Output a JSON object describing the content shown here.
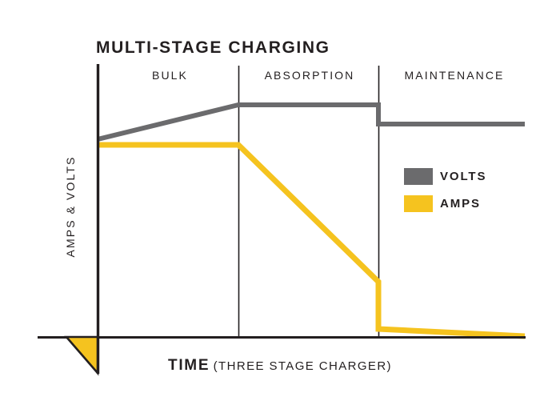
{
  "chart_data": {
    "type": "line",
    "title": "MULTI-STAGE CHARGING",
    "xlabel_main": "TIME",
    "xlabel_sub": "(THREE STAGE CHARGER)",
    "ylabel": "AMPS & VOLTS",
    "grid": false,
    "axis_ticks": false,
    "legend_position": "inside-right",
    "stages": [
      {
        "name": "BULK",
        "x_start": 0.0,
        "x_end": 0.33
      },
      {
        "name": "ABSORPTION",
        "x_start": 0.33,
        "x_end": 0.66
      },
      {
        "name": "MAINTENANCE",
        "x_start": 0.66,
        "x_end": 1.0
      }
    ],
    "series": [
      {
        "name": "VOLTS",
        "color": "#6b6b6d",
        "points": [
          {
            "x": 0.0,
            "y": 0.59
          },
          {
            "x": 0.33,
            "y": 0.77
          },
          {
            "x": 0.66,
            "y": 0.77
          },
          {
            "x": 0.66,
            "y": 0.7
          },
          {
            "x": 1.0,
            "y": 0.7
          }
        ]
      },
      {
        "name": "AMPS",
        "color": "#f5c31f",
        "points": [
          {
            "x": 0.0,
            "y": 0.57
          },
          {
            "x": 0.33,
            "y": 0.57
          },
          {
            "x": 0.66,
            "y": 0.2
          },
          {
            "x": 0.66,
            "y": 0.03
          },
          {
            "x": 1.0,
            "y": 0.0
          }
        ]
      }
    ],
    "legend": [
      {
        "label": "VOLTS",
        "color": "#6b6b6d"
      },
      {
        "label": "AMPS",
        "color": "#f5c31f"
      }
    ],
    "accent_marker": {
      "name": "origin-triangle",
      "color": "#f5c31f",
      "stroke": "#231f20"
    },
    "colors": {
      "volts": "#6b6b6d",
      "amps": "#f5c31f",
      "axis": "#231f20",
      "divider": "#231f20",
      "background": "#ffffff",
      "text": "#231f20"
    }
  }
}
